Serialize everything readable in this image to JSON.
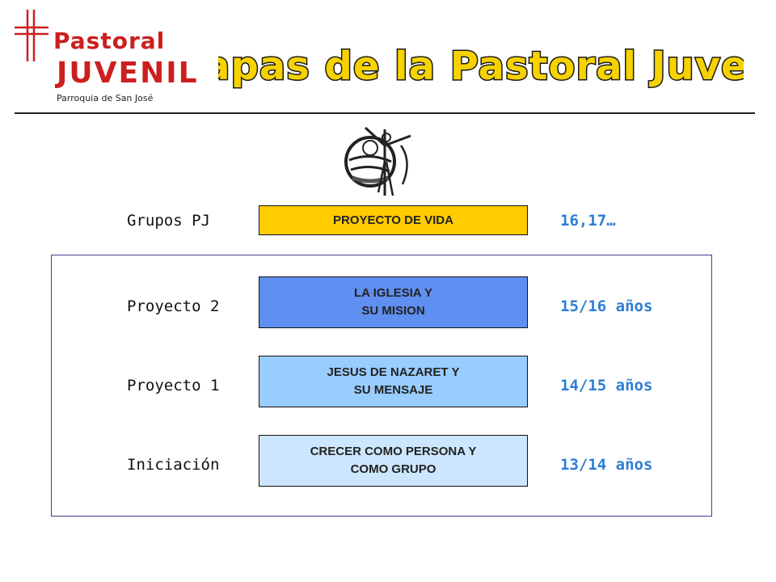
{
  "logo": {
    "line1": "Pastoral",
    "line2": "JUVENIL",
    "subtitle": "Parroquia de San José",
    "color": "#cc1f1f"
  },
  "title": {
    "text": "Etapas de la Pastoral Juvenil",
    "fill": "#f6d200",
    "stroke": "#1a1a1a"
  },
  "stages": [
    {
      "label": "Grupos PJ",
      "box": [
        "PROYECTO DE VIDA"
      ],
      "age": "16,17…",
      "color": "#ffcc00"
    },
    {
      "label": "Proyecto 2",
      "box": [
        "LA IGLESIA Y",
        "SU MISION"
      ],
      "age": "15/16 años",
      "color": "#5f8ff0"
    },
    {
      "label": "Proyecto 1",
      "box": [
        "JESUS DE NAZARET Y",
        "SU MENSAJE"
      ],
      "age": "14/15 años",
      "color": "#99ccff"
    },
    {
      "label": "Iniciación",
      "box": [
        "CRECER COMO PERSONA Y",
        "COMO GRUPO"
      ],
      "age": "13/14 años",
      "color": "#cce6ff"
    }
  ]
}
